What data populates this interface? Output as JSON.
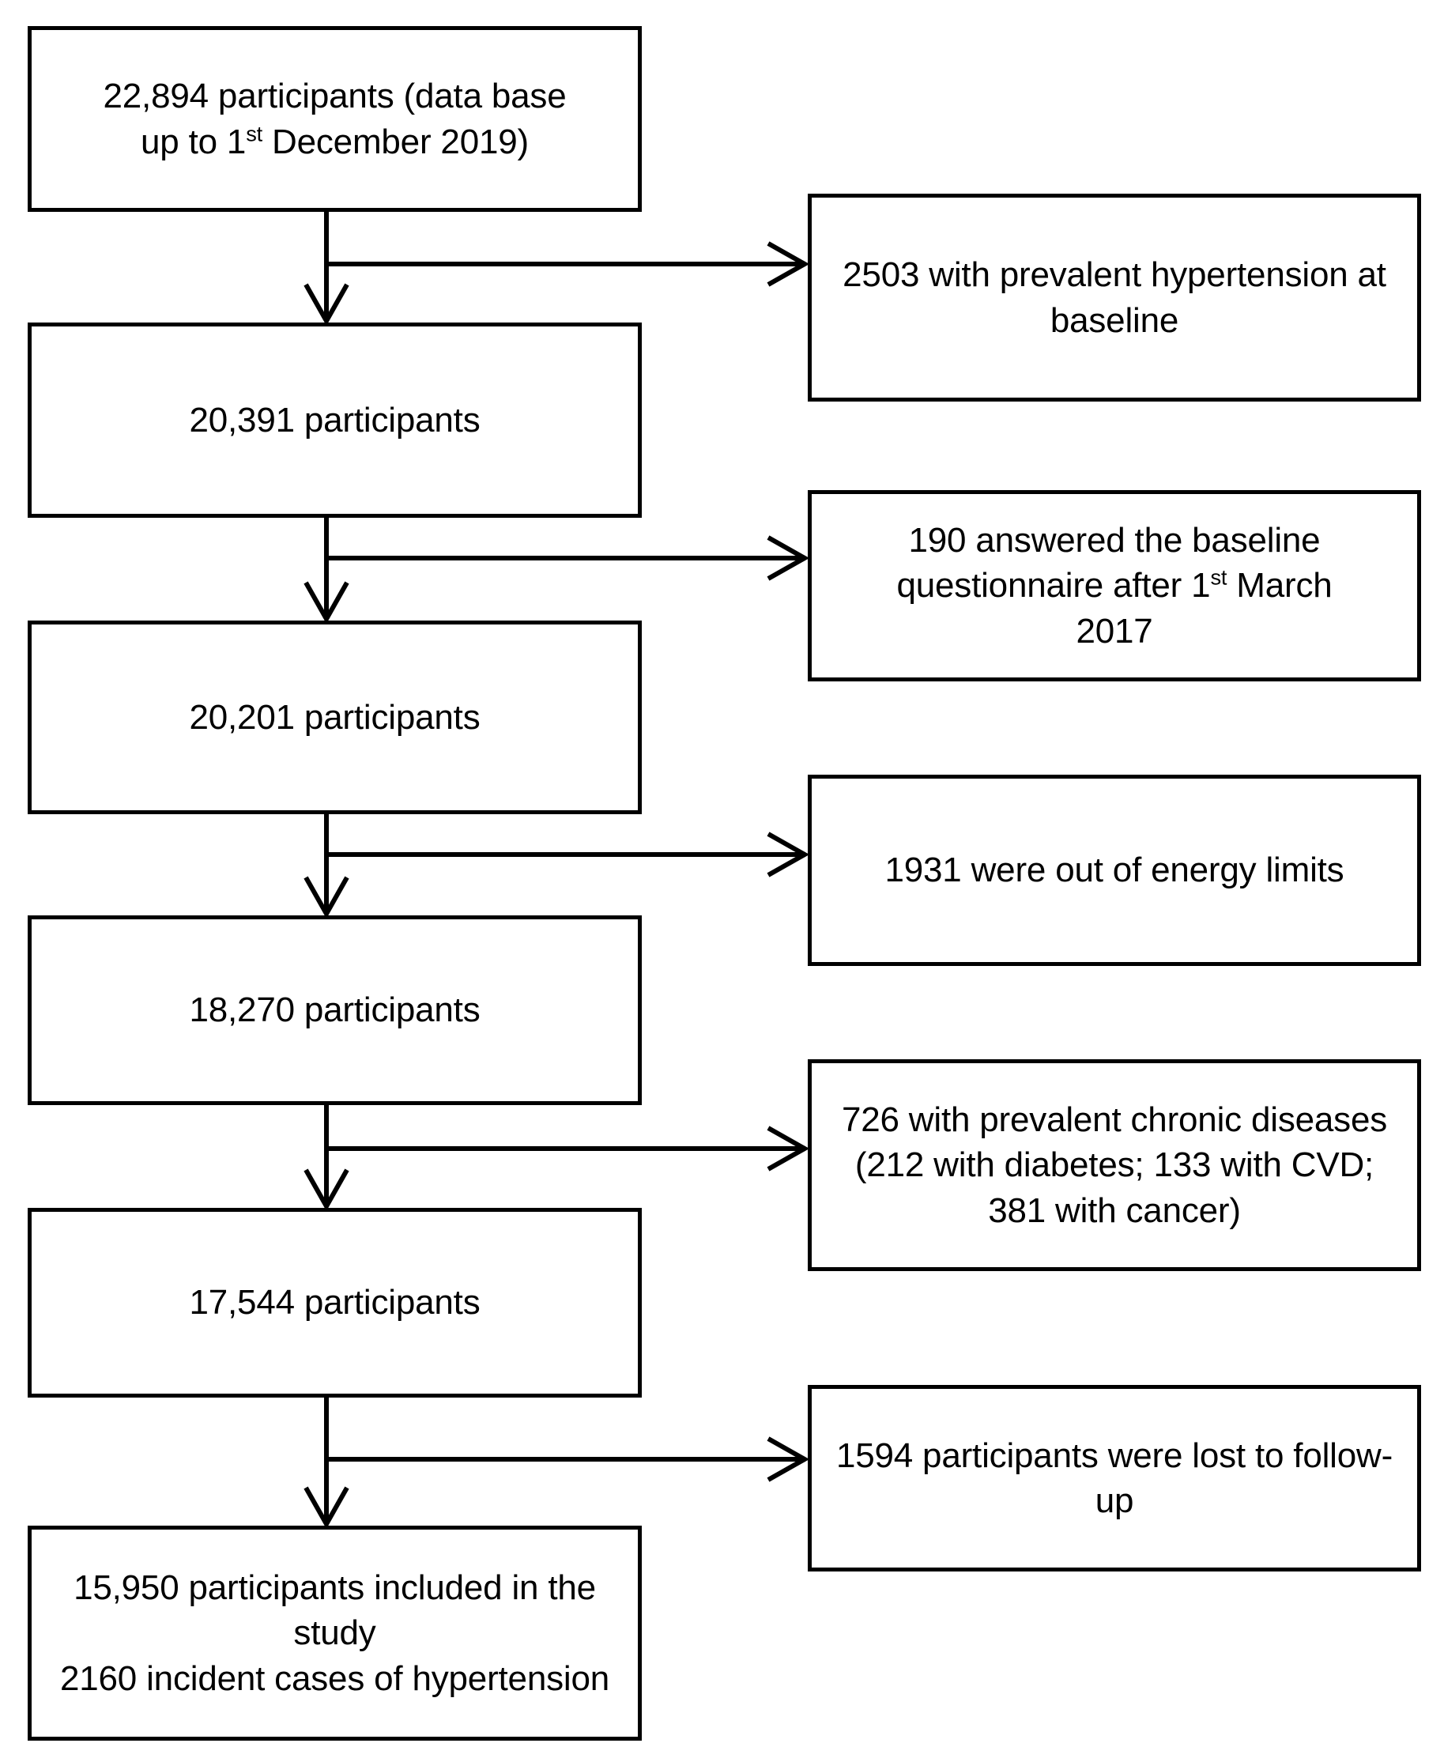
{
  "diagram": {
    "type": "participant-flow-diagram",
    "title": "Study participant selection flow",
    "orientation": "top-to-bottom",
    "colors": {
      "background": "#ffffff",
      "stroke": "#000000",
      "text": "#000000"
    },
    "main_nodes": [
      {
        "id": "node-enrolled",
        "label": "22,894 participants (data base up to 1st December 2019)",
        "lines": [
          "22,894 participants (data base",
          "up to 1",
          "st",
          " December 2019)"
        ],
        "count": 22894,
        "has_superscript": true,
        "superscript_text": "st",
        "line1": "22,894 participants (data base",
        "line2_pre": "up to 1",
        "line2_post": " December 2019)"
      },
      {
        "id": "node-after-hypertension",
        "label": "20,391 participants",
        "count": 20391
      },
      {
        "id": "node-after-questionnaire",
        "label": "20,201 participants",
        "count": 20201
      },
      {
        "id": "node-after-energy",
        "label": "18,270 participants",
        "count": 18270
      },
      {
        "id": "node-after-chronic",
        "label": "17,544 participants",
        "count": 17544
      },
      {
        "id": "node-final",
        "label": "15,950 participants included in the study\n2160 incident cases of hypertension",
        "count": 15950,
        "incident_cases": 2160
      }
    ],
    "exclusion_nodes": [
      {
        "id": "excl-hypertension",
        "label": "2503 with prevalent hypertension at baseline",
        "count": 2503
      },
      {
        "id": "excl-late-questionnaire",
        "label": "190 answered the baseline questionnaire after 1st March 2017",
        "count": 190,
        "has_superscript": true,
        "superscript_text": "st",
        "line1": "190 answered the baseline",
        "line2_pre": "questionnaire after 1",
        "line2_post": " March",
        "line3": "2017"
      },
      {
        "id": "excl-energy",
        "label": "1931 were out of energy limits",
        "count": 1931
      },
      {
        "id": "excl-chronic",
        "label": "726 with prevalent chronic diseases (212 with diabetes; 133 with CVD; 381 with cancer)",
        "count": 726,
        "diabetes": 212,
        "cvd": 133,
        "cancer": 381
      },
      {
        "id": "excl-lost-followup",
        "label": "1594 participants were lost to follow-up",
        "count": 1594
      }
    ]
  }
}
